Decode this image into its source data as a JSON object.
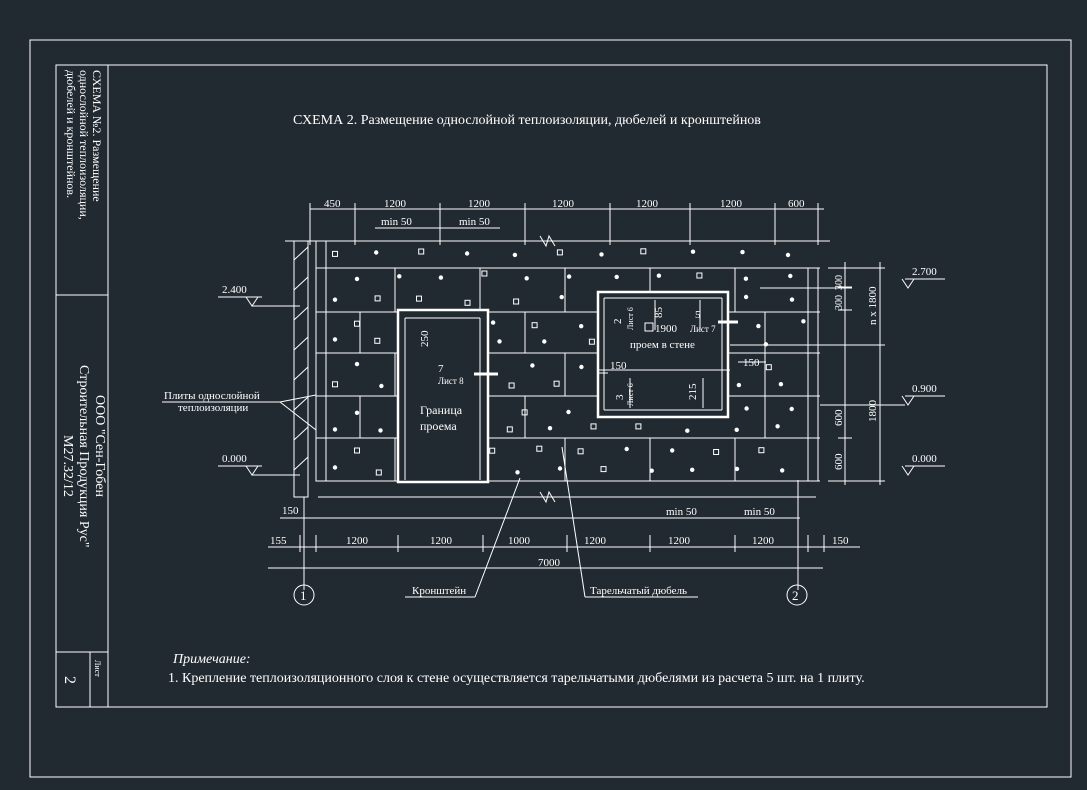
{
  "title": "СХЕМА 2. Размещение однослойной теплоизоляции, дюбелей и кронштейнов",
  "side_panel": {
    "doc_title_lines": [
      "СХЕМА №2. Размещение",
      "однослойной теплоизоляции,",
      "дюбелей и кронштейнов."
    ],
    "company_lines": [
      "ООО \"Сен-Гобен",
      "Строительная Продукция Рус\"",
      "М27.32/12"
    ],
    "sheet_label": "Лист",
    "sheet_number": "2"
  },
  "dimensions": {
    "top_row": [
      "450",
      "1200",
      "1200",
      "1200",
      "1200",
      "1200",
      "600"
    ],
    "top_min": [
      "min 50",
      "min 50"
    ],
    "bottom_row": [
      "155",
      "1200",
      "1200",
      "1000",
      "1200",
      "1200",
      "1200",
      "150"
    ],
    "bottom_min": [
      "min 50",
      "min 50"
    ],
    "total": "7000",
    "left_offset": "150",
    "right_small": [
      "300",
      "300"
    ],
    "right_n": "n x 1800",
    "right_1800": "1800",
    "right_600a": "600",
    "right_600b": "600",
    "opening": {
      "d85": "85",
      "d2": "2",
      "sheet6a": "Лист 6",
      "d5": "5",
      "sheet7": "Лист 7",
      "d1900": "1900",
      "label": "проем в стене",
      "d150L": "150",
      "d150R": "150",
      "d3": "3",
      "sheet6b": "Лист 6",
      "d215": "215"
    },
    "door": {
      "d250": "250",
      "d7": "7",
      "sheet8": "Лист 8",
      "label1": "Граница",
      "label2": "проема"
    }
  },
  "levels": {
    "left": [
      "2.400",
      "0.000"
    ],
    "right": [
      "2.700",
      "0.900",
      "0.000"
    ]
  },
  "labels": {
    "plates1": "Плиты однослойной",
    "plates2": "теплоизоляции",
    "bracket": "Кронштейн",
    "dowel": "Тарельчатый дюбель"
  },
  "axes": [
    "1",
    "2"
  ],
  "note": {
    "heading": "Примечание:",
    "text": "1. Крепление теплоизоляционного слоя к стене осуществляется тарельчатыми дюбелями из расчета 5 шт. на 1 плиту."
  },
  "colors": {
    "background": "#222a31",
    "ink": "#ffffff"
  }
}
